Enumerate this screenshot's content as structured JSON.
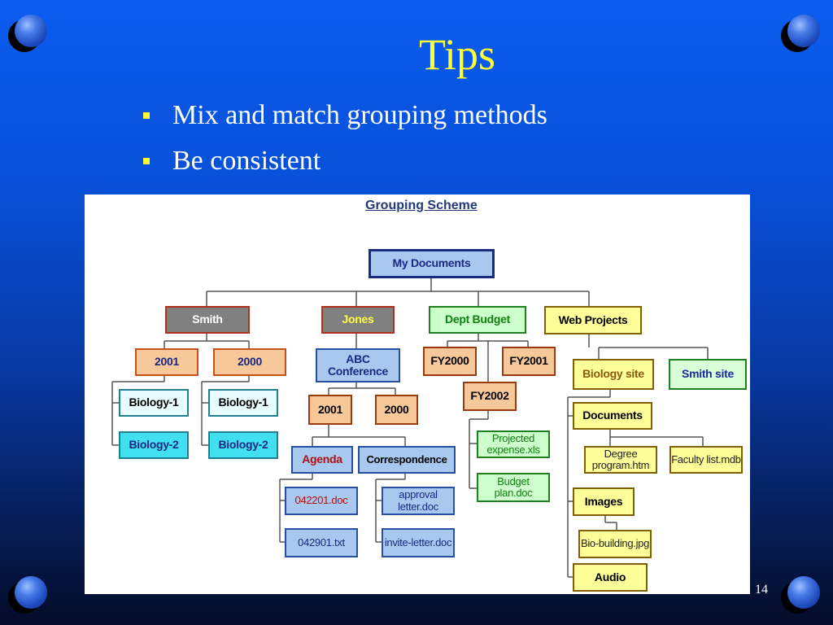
{
  "slide": {
    "title": "Tips",
    "bullets": [
      "Mix and match grouping methods",
      "Be consistent"
    ],
    "page_number": "14"
  },
  "diagram": {
    "title": "Grouping Scheme",
    "root": "My Documents",
    "smith": {
      "label": "Smith",
      "years": [
        "2001",
        "2000"
      ],
      "items": [
        "Biology-1",
        "Biology-2"
      ]
    },
    "jones": {
      "label": "Jones",
      "project": "ABC Conference",
      "years": [
        "2001",
        "2000"
      ],
      "agenda": {
        "label": "Agenda",
        "files": [
          "042201.doc",
          "042901.txt"
        ]
      },
      "correspondence": {
        "label": "Correspondence",
        "files": [
          "approval letter.doc",
          "invite-letter.doc"
        ]
      }
    },
    "dept_budget": {
      "label": "Dept Budget",
      "years": [
        "FY2000",
        "FY2001",
        "FY2002"
      ],
      "files": [
        "Projected expense.xls",
        "Budget plan.doc"
      ]
    },
    "web_projects": {
      "label": "Web Projects",
      "sites": [
        "Biology site",
        "Smith site"
      ],
      "documents": {
        "label": "Documents",
        "files": [
          "Degree program.htm",
          "Faculty list.mdb"
        ]
      },
      "images": {
        "label": "Images",
        "files": [
          "Bio-building.jpg"
        ]
      },
      "audio": {
        "label": "Audio"
      }
    }
  },
  "colors": {
    "title_yellow": "#ffff33",
    "bg_blue": "#0a5cf0",
    "bullet_text": "#ffffff"
  }
}
